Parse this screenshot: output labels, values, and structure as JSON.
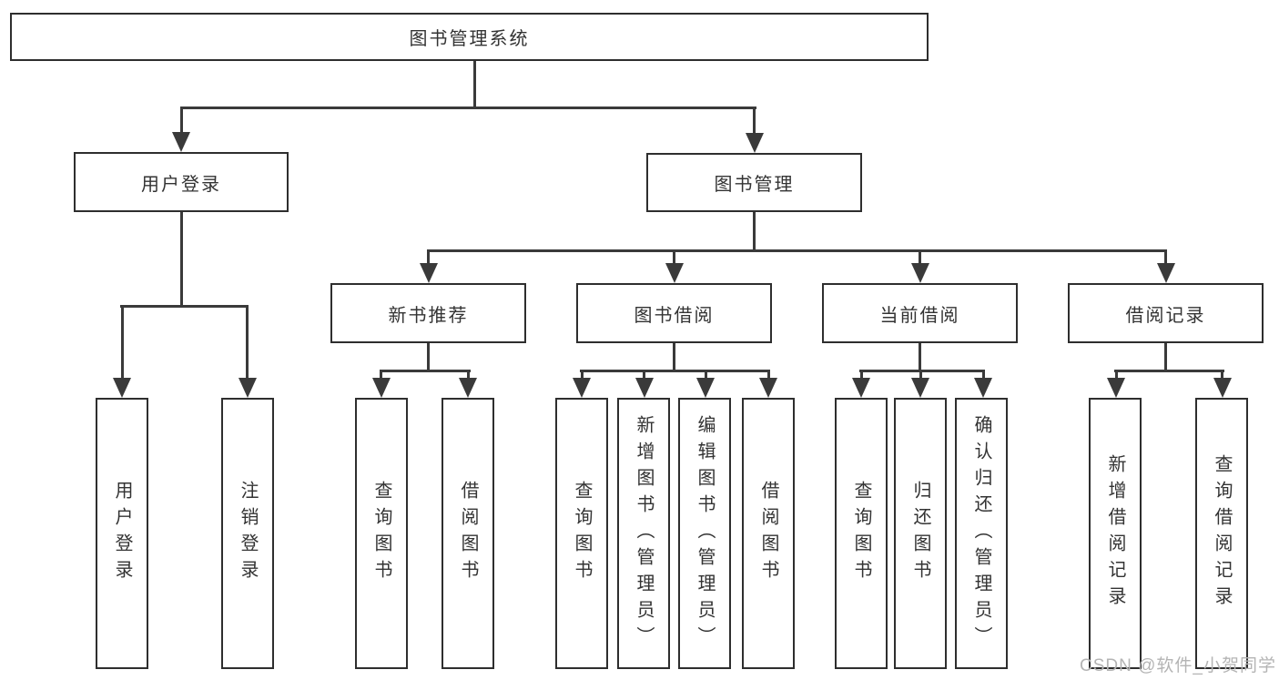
{
  "tree": {
    "label": "图书管理系统",
    "children": [
      {
        "label": "用户登录",
        "children": [
          {
            "label": "用户登录"
          },
          {
            "label": "注销登录"
          }
        ]
      },
      {
        "label": "图书管理",
        "children": [
          {
            "label": "新书推荐",
            "children": [
              {
                "label": "查询图书"
              },
              {
                "label": "借阅图书"
              }
            ]
          },
          {
            "label": "图书借阅",
            "children": [
              {
                "label": "查询图书"
              },
              {
                "label": "新增图书（管理员）"
              },
              {
                "label": "编辑图书（管理员）"
              },
              {
                "label": "借阅图书"
              }
            ]
          },
          {
            "label": "当前借阅",
            "children": [
              {
                "label": "查询图书"
              },
              {
                "label": "归还图书"
              },
              {
                "label": "确认归还（管理员）"
              }
            ]
          },
          {
            "label": "借阅记录",
            "children": [
              {
                "label": "新增借阅记录"
              },
              {
                "label": "查询借阅记录"
              }
            ]
          }
        ]
      }
    ]
  },
  "watermark": {
    "text": "CSDN @软件_小贺同学",
    "color": "#b4b4b4"
  },
  "colors": {
    "line": "#3a3a3a",
    "box_border": "#2e2e2e",
    "text": "#333333",
    "background": "#ffffff"
  }
}
